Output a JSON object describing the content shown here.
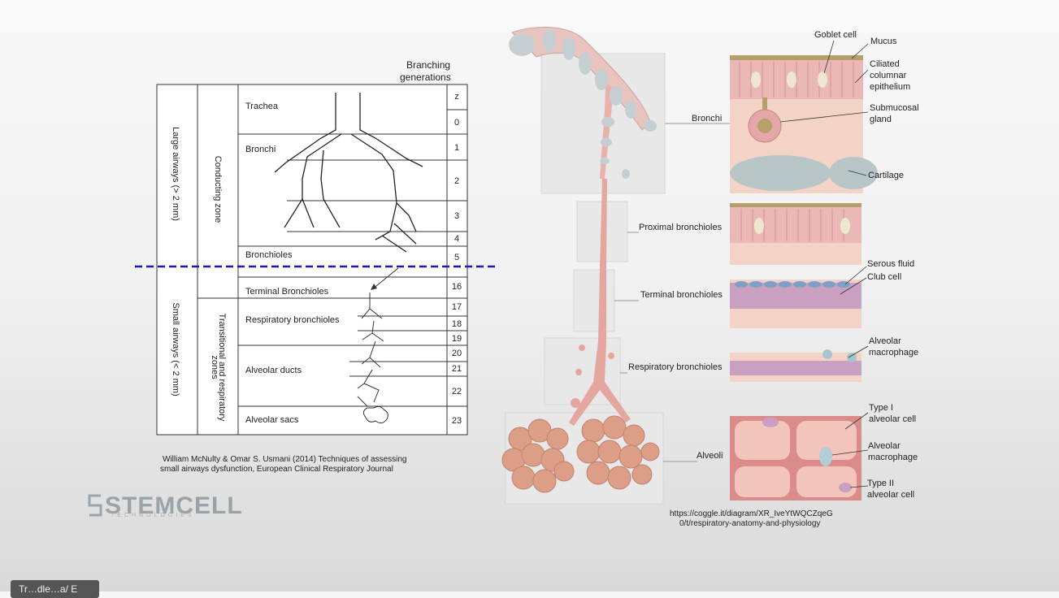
{
  "left_diagram": {
    "header_line1": "Branching",
    "header_line2": "generations",
    "outer_labels": [
      "Large airways (> 2 mm)",
      "Small airways (< 2 mm)"
    ],
    "zone_labels": [
      "Conducting zone",
      "Transitional and respiratory",
      "zones"
    ],
    "segments": [
      "Trachea",
      "Bronchi",
      "Bronchioles",
      "Terminal Bronchioles",
      "Respiratory bronchioles",
      "Alveolar ducts",
      "Alveolar sacs"
    ],
    "generations": [
      "z",
      "0",
      "1",
      "2",
      "3",
      "4",
      "5",
      "16",
      "17",
      "18",
      "19",
      "20",
      "21",
      "22",
      "23"
    ],
    "citation_line1": "William McNulty & Omar S. Usmani (2014) Techniques of assessing",
    "citation_line2": "small airways dysfunction, European Clinical Respiratory Journal"
  },
  "right_diagram": {
    "levels": [
      "Bronchi",
      "Proximal bronchioles",
      "Terminal bronchioles",
      "Respiratory bronchioles",
      "Alveoli"
    ],
    "callouts": [
      "Goblet cell",
      "Mucus",
      "Ciliated",
      "columnar",
      "epithelium",
      "Submucosal",
      "gland",
      "Cartilage",
      "Serous fluid",
      "Club cell",
      "Alveolar",
      "macrophage",
      "Type I",
      "alveolar cell",
      "Alveolar",
      "macrophage",
      "Type II",
      "alveolar cell"
    ],
    "url_line1": "https://coggle.it/diagram/XR_IveYtWQCZqeG",
    "url_line2": "0/t/respiratory-anatomy-and-physiology"
  },
  "logo": {
    "word": "STEMCELL",
    "sub": "TECHNOLOGIES"
  },
  "player_control": "Tr…dle…a/ E",
  "colors": {
    "divider": "#1a1aa8",
    "tissue": "#e8a8a4",
    "cartilage": "#b8c6c8",
    "mucus": "#b5a06a"
  }
}
